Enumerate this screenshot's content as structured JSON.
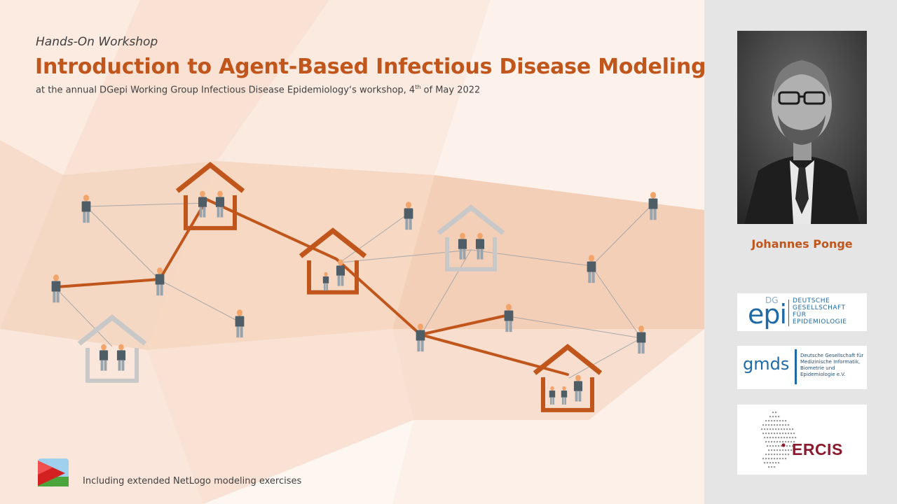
{
  "slide": {
    "subtitle": "Hands-On Workshop",
    "title": "Introduction to Agent-Based Infectious Disease Modeling",
    "tagline_text": "at the annual DGepi Working Group Infectious Disease Epidemiology‘s workshop, 4",
    "tagline_sup": "th",
    "tagline_end": " of May 2022",
    "footer_text": "Including extended NetLogo modeling exercises"
  },
  "sidebar": {
    "presenter_name": "Johannes Ponge",
    "logos": {
      "dgepi": {
        "word": "epi",
        "prefix": "DG",
        "lines": [
          "DEUTSCHE",
          "GESELLSCHAFT",
          "FÜR",
          "EPIDEMIOLOGIE"
        ]
      },
      "gmds": {
        "word": "gmds",
        "lines": [
          "Deutsche Gesellschaft für",
          "Medizinische Informatik,",
          "Biometrie und",
          "Epidemiologie e.V."
        ]
      },
      "ercis": {
        "word": "ERCIS"
      }
    }
  },
  "colors": {
    "accent": "#c0561b",
    "infected_link": "#c0561b",
    "healthy_house": "#c8c8c8",
    "text": "#404040",
    "sidebar_bg": "#e5e5e5",
    "agent_body": "#4f5d66",
    "agent_head": "#f2a56a"
  }
}
